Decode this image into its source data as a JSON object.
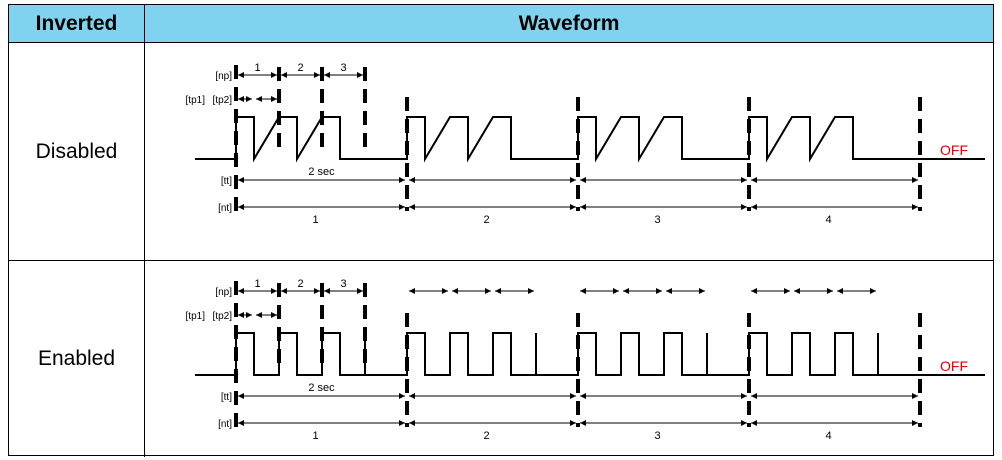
{
  "header": {
    "col1": "Inverted",
    "col2": "Waveform"
  },
  "rows": [
    {
      "label": "Disabled",
      "inverted": false
    },
    {
      "label": "Enabled",
      "inverted": true
    }
  ],
  "labels": {
    "np": "[np]",
    "tp1": "[tp1]",
    "tp2": "[tp2]",
    "tt": "[tt]",
    "nt": "[nt]",
    "period": "2 sec",
    "off": "OFF",
    "pulse_numbers": [
      "1",
      "2",
      "3"
    ],
    "cycle_numbers": [
      "1",
      "2",
      "3",
      "4"
    ]
  },
  "colors": {
    "header_bg": "#7fd3ef",
    "off_text": "#e00000",
    "line": "#000000"
  }
}
